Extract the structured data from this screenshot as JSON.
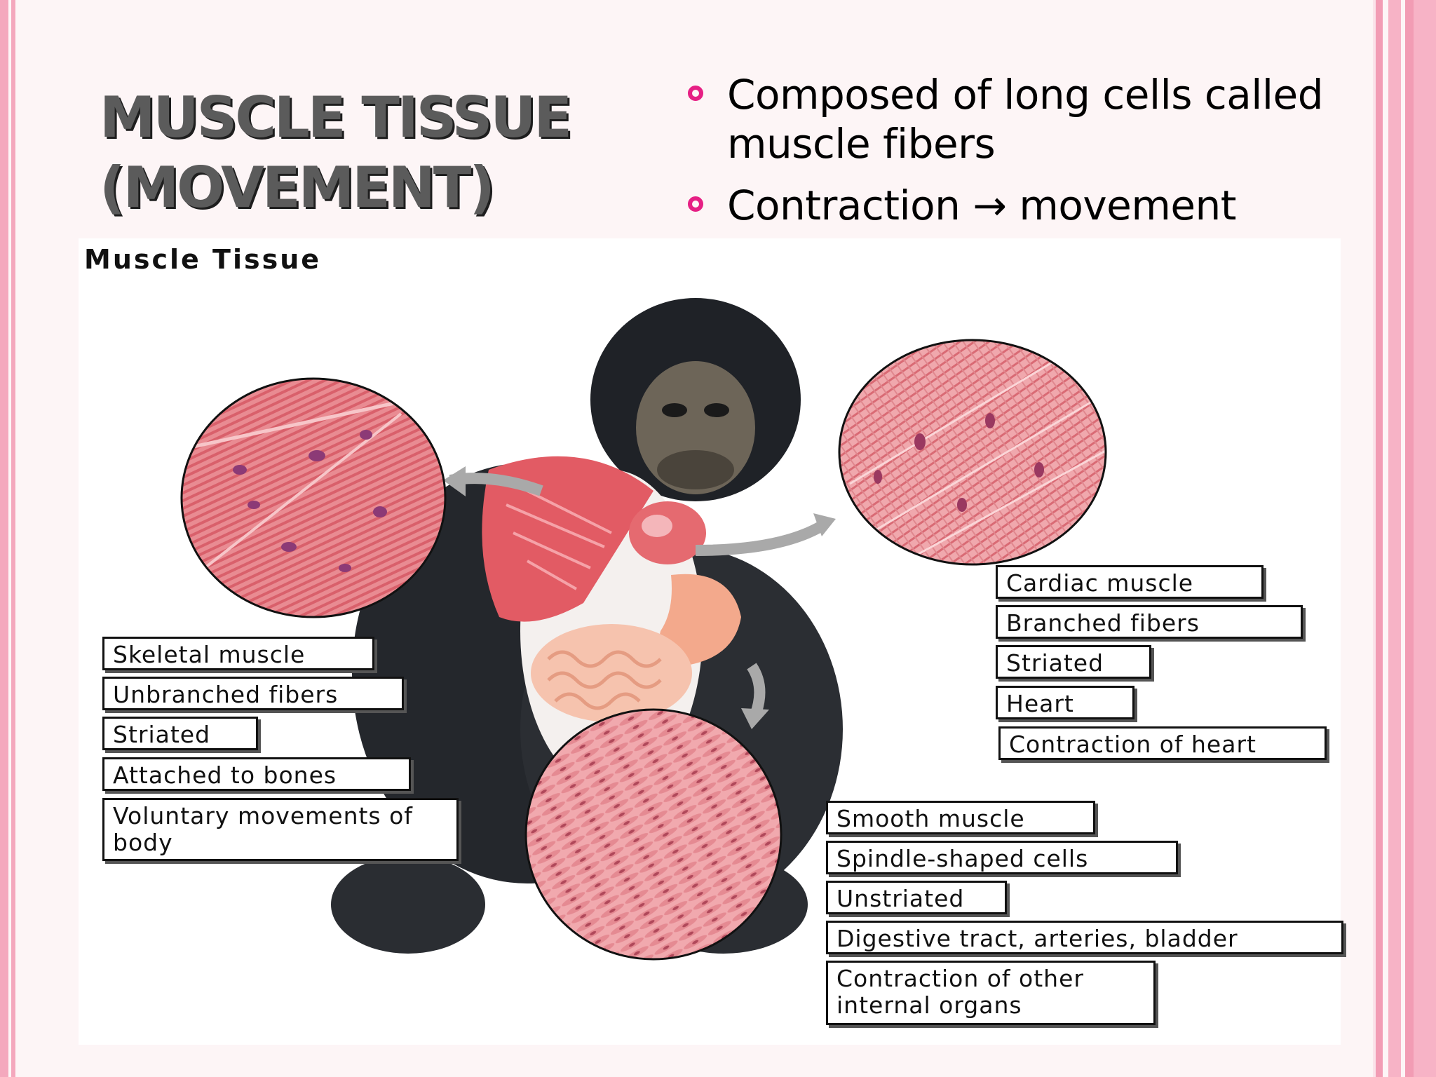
{
  "slide": {
    "title_line1": "MUSCLE TISSUE",
    "title_line2": "(MOVEMENT)",
    "bullets": [
      "Composed of long cells called muscle fibers",
      "Contraction → movement"
    ]
  },
  "figure": {
    "caption": "Muscle Tissue",
    "skeletal_labels": [
      "Skeletal muscle",
      "Unbranched fibers",
      "Striated",
      "Attached to bones",
      "Voluntary movements of body"
    ],
    "cardiac_labels": [
      "Cardiac muscle",
      "Branched fibers",
      "Striated",
      "Heart",
      "Contraction of heart"
    ],
    "smooth_labels": [
      "Smooth muscle",
      "Spindle-shaped cells",
      "Unstriated",
      "Digestive tract, arteries, bladder",
      "Contraction of other internal organs"
    ]
  },
  "colors": {
    "bullet_accent": "#e61f84",
    "border_pink": "#f29cb4",
    "muscle_red": "#e0606a",
    "muscle_light": "#f2a0a6"
  }
}
